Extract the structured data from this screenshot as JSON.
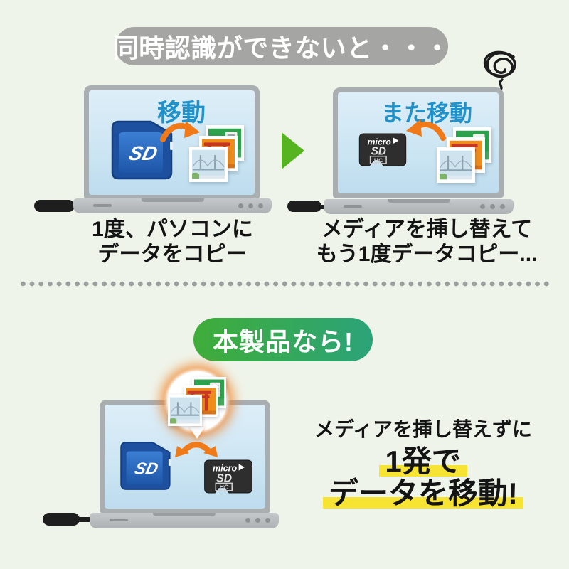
{
  "colors": {
    "background": "#eff4ea",
    "banner_gray": "#a5a6a4",
    "label_blue": "#2191c9",
    "arrow_orange": "#ef7a17",
    "next_arrow_green": "#55b41f",
    "badge_green_left": "#3fad39",
    "badge_green_right": "#2ba379",
    "highlight_yellow": "#f6e332",
    "sd_card_blue": "#1d509f",
    "microsd_black": "#2e2e2e",
    "text_black": "#141414"
  },
  "header": {
    "title": "同時認識ができないと・・・"
  },
  "problem": {
    "left": {
      "screen_label": "移動",
      "caption": [
        "1度、パソコンに",
        "データをコピー"
      ]
    },
    "right": {
      "screen_label": "また移動",
      "caption": [
        "メディアを挿し替えて",
        "もう1度データコピー..."
      ]
    }
  },
  "solution": {
    "badge_label": "本製品なら!",
    "description_line1": "メディアを挿し替えずに",
    "description_line2": "1発で",
    "description_line3": "データを移動!"
  },
  "card_logos": {
    "sd": "SD",
    "micro_line1": "micro",
    "micro_line2": "SD",
    "micro_line3": "HC"
  }
}
